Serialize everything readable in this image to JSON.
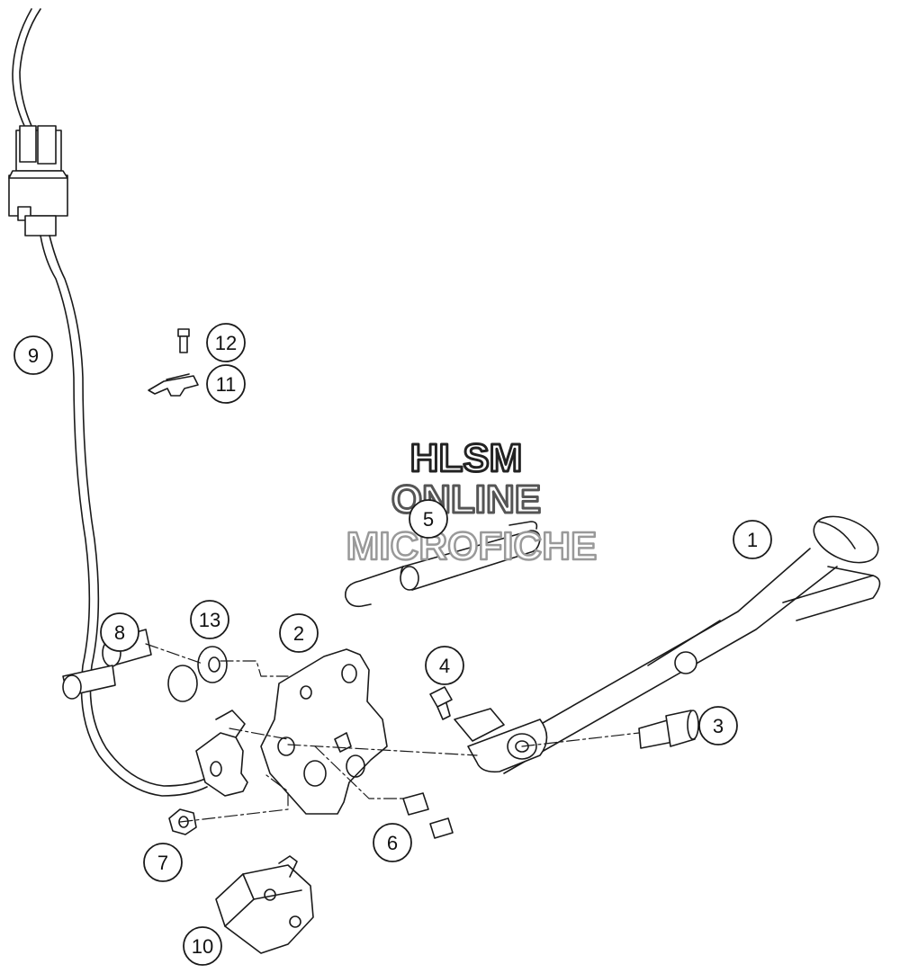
{
  "watermark": {
    "line1": "HLSM",
    "line2": "ONLINE",
    "line3": "MICROFICHE",
    "line1_stroke": "#222222",
    "line2_stroke": "#555555",
    "line3_stroke": "#999999"
  },
  "callouts": [
    {
      "id": "callout-1",
      "label": "1"
    },
    {
      "id": "callout-2",
      "label": "2"
    },
    {
      "id": "callout-3",
      "label": "3"
    },
    {
      "id": "callout-4",
      "label": "4"
    },
    {
      "id": "callout-5",
      "label": "5"
    },
    {
      "id": "callout-6",
      "label": "6"
    },
    {
      "id": "callout-7",
      "label": "7"
    },
    {
      "id": "callout-8",
      "label": "8"
    },
    {
      "id": "callout-9",
      "label": "9"
    },
    {
      "id": "callout-10",
      "label": "10"
    },
    {
      "id": "callout-11",
      "label": "11"
    },
    {
      "id": "callout-12",
      "label": "12"
    },
    {
      "id": "callout-13",
      "label": "13"
    }
  ],
  "colors": {
    "line": "#1a1a1a",
    "fill": "#ffffff"
  }
}
